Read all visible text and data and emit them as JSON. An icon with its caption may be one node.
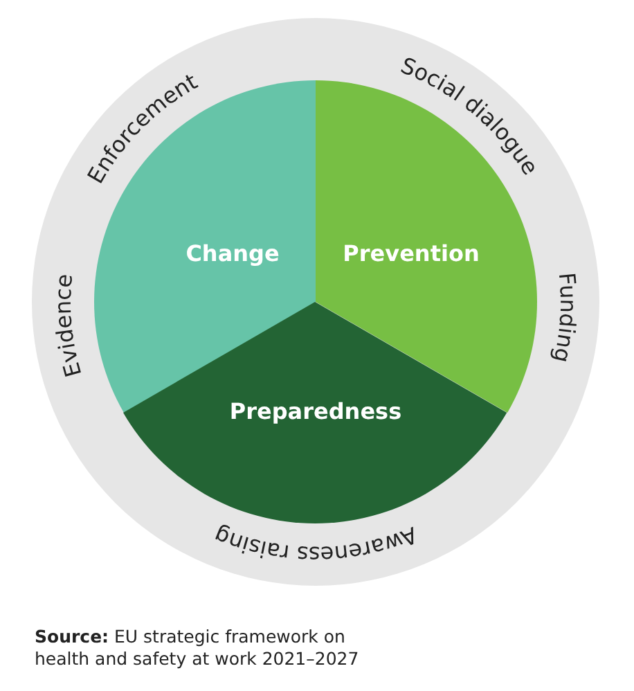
{
  "diagram": {
    "caption": "**Source:** EU strategic framework on health and safety at work 2021–2027",
    "nodes": [
      {
        "text": [
          "Social dialogue",
          "Funding",
          "Awareness raising",
          "Evidence",
          "Enforcement"
        ]
      },
      {
        "text": [
          "Change"
        ],
        "in": 0
      },
      {
        "text": [
          "Prevention"
        ],
        "in": 0
      },
      {
        "text": [
          "Preparedness"
        ],
        "in": 0
      }
    ],
    "edges": []
  }
}
